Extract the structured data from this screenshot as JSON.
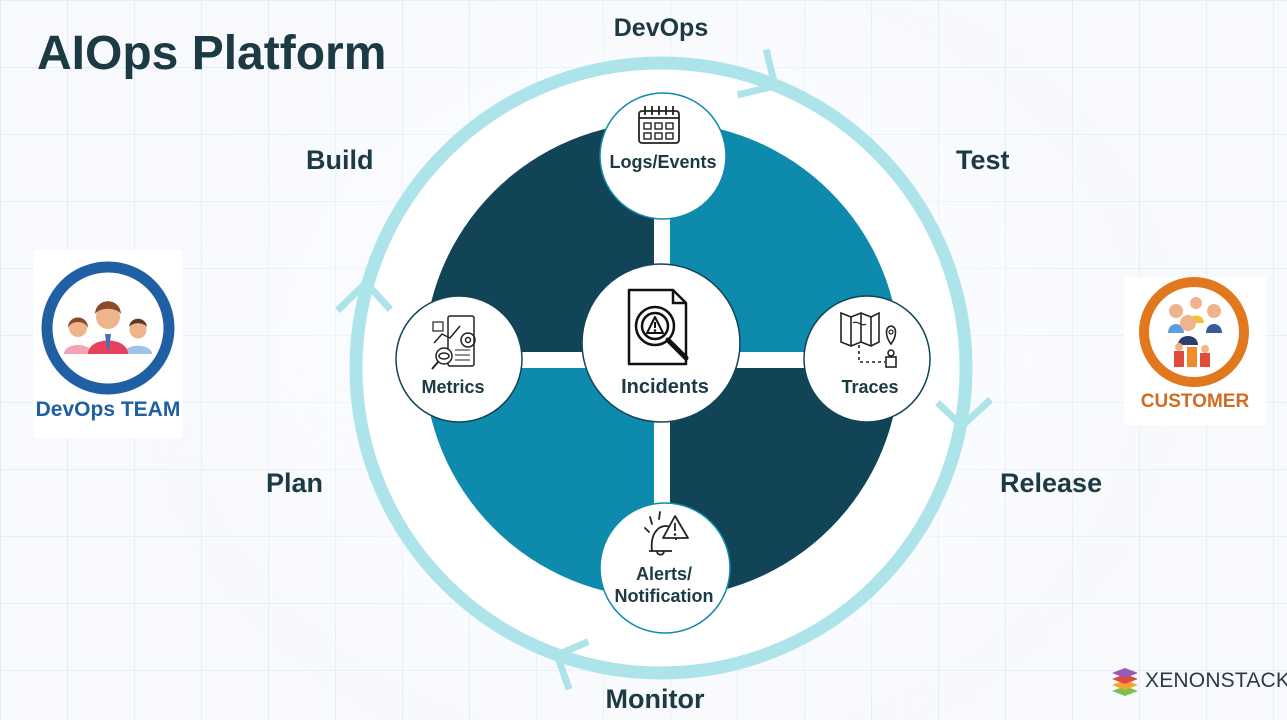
{
  "title": "AIOps Platform",
  "cycle": {
    "phases": {
      "top": "DevOps",
      "top_right": "Test",
      "right": "Release",
      "bottom": "Monitor",
      "left": "Plan",
      "top_left": "Build"
    }
  },
  "center": {
    "label": "Incidents",
    "icon": "incident-search-icon"
  },
  "nodes": {
    "logs": {
      "label": "Logs/Events",
      "icon": "calendar-icon"
    },
    "metrics": {
      "label": "Metrics",
      "icon": "analytics-icon"
    },
    "traces": {
      "label": "Traces",
      "icon": "map-route-icon"
    },
    "alerts": {
      "line1": "Alerts/",
      "line2": "Notification",
      "icon": "alert-bell-icon"
    }
  },
  "actors": {
    "team": {
      "label": "DevOps TEAM",
      "icon": "team-icon"
    },
    "customer": {
      "label": "CUSTOMER",
      "icon": "customer-icon"
    }
  },
  "brand": {
    "name": "XENONSTACK",
    "icon": "layers-logo-icon"
  },
  "colors": {
    "dark_teal": "#104456",
    "teal": "#0e8aad",
    "ring": "#ade4ea",
    "text": "#1b3a44",
    "team_blue": "#1f5fa3",
    "customer_orange": "#d06b20"
  }
}
